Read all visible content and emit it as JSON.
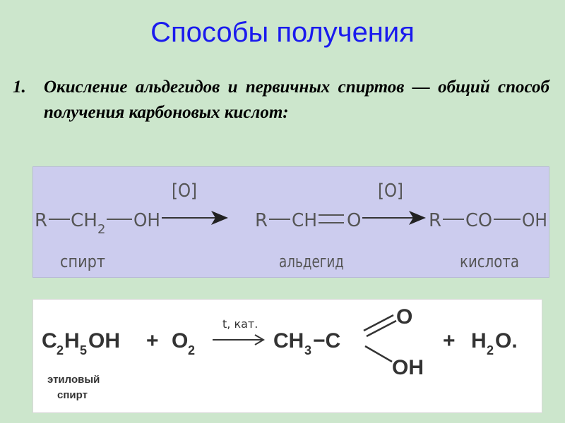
{
  "title": "Способы получения",
  "item": {
    "number": "1.",
    "text": "Окисление альдегидов и первичных спиртов — общий способ получения карбоновых кислот:"
  },
  "scheme": {
    "reagent1": "[O]",
    "reagent2": "[O]",
    "r1": "R",
    "ch2": "CH",
    "ch2_sub": "2",
    "oh1": "OH",
    "r2": "R",
    "ch": "CH",
    "o": "O",
    "r3": "R",
    "co": "CO",
    "oh3": "OH",
    "label_spirt": "спирт",
    "label_aldegid": "альдегид",
    "label_kislota": "кислота"
  },
  "equation": {
    "c": "C",
    "c_sub": "2",
    "h": "H",
    "h_sub": "5",
    "oh": "OH",
    "plus1": "+",
    "o2": "O",
    "o2_sub": "2",
    "condition": "t, кат.",
    "ch3": "CH",
    "ch3_sub": "3",
    "dash": "−C",
    "o_top": "O",
    "oh_bottom": "OH",
    "plus2": "+",
    "h2o_h": "H",
    "h2o_sub": "2",
    "h2o_o": "O.",
    "label_line1": "этиловый",
    "label_line2": "спирт"
  }
}
